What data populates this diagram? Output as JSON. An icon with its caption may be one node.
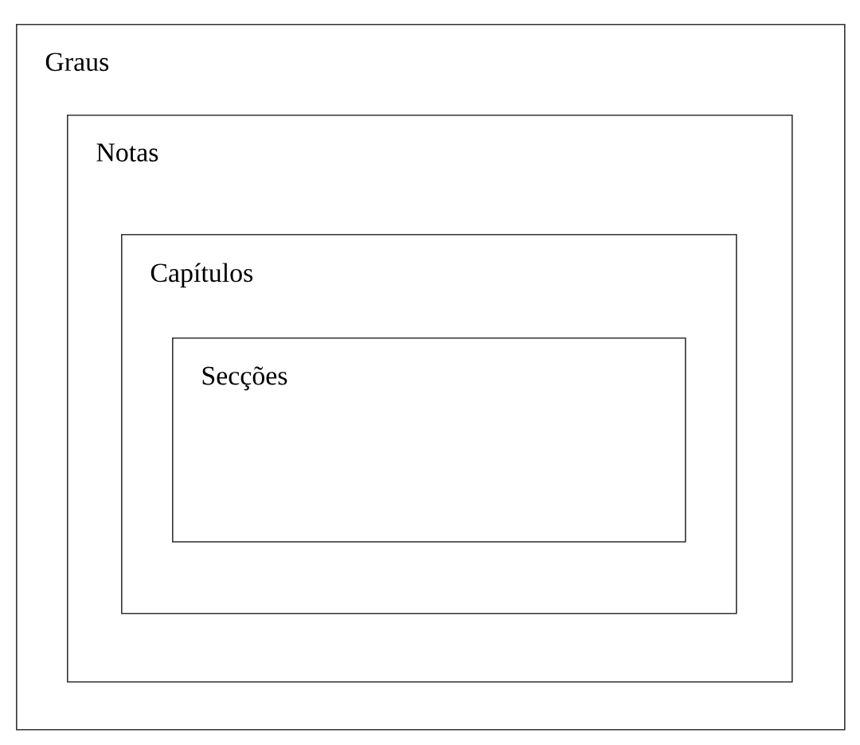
{
  "diagram": {
    "nodes": [
      {
        "text": [
          "Graus"
        ]
      },
      {
        "text": [
          "Notas"
        ],
        "in": 0
      },
      {
        "text": [
          "Capítulos"
        ],
        "in": 1
      },
      {
        "text": [
          "Secções"
        ],
        "in": 2
      }
    ]
  }
}
